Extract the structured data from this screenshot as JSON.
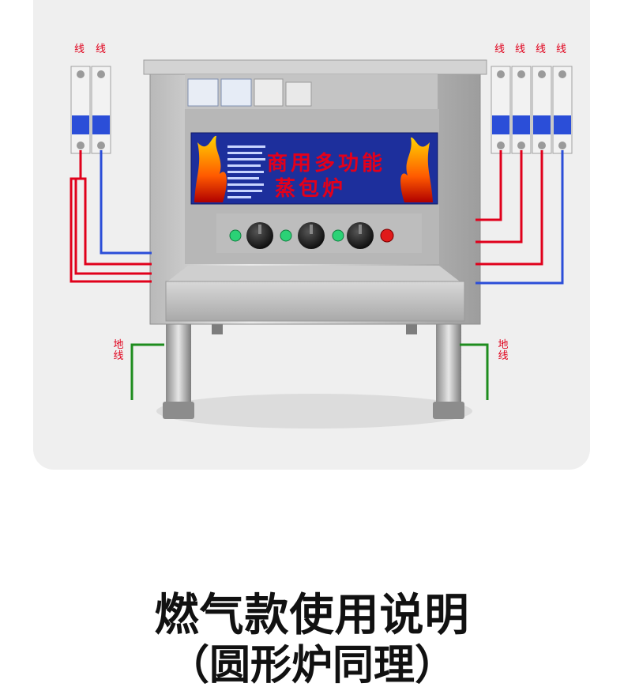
{
  "labels": {
    "line_left_1": "线",
    "line_left_2": "线",
    "line_right_1": "线",
    "line_right_2": "线",
    "line_right_3": "线",
    "line_right_4": "线",
    "ground_left": "地线",
    "ground_right": "地线"
  },
  "panel": {
    "title_line1": "商用多功能",
    "title_line2": "蒸包炉"
  },
  "heading": {
    "line1": "燃气款使用说明",
    "line2": "（圆形炉同理）"
  },
  "colors": {
    "wire_red": "#e0001b",
    "wire_blue": "#2b4ed8",
    "wire_green": "#1e8c1e",
    "label_red": "#e0001b",
    "panel_blue": "#1d2f9c",
    "panel_text": "#e3001b"
  }
}
